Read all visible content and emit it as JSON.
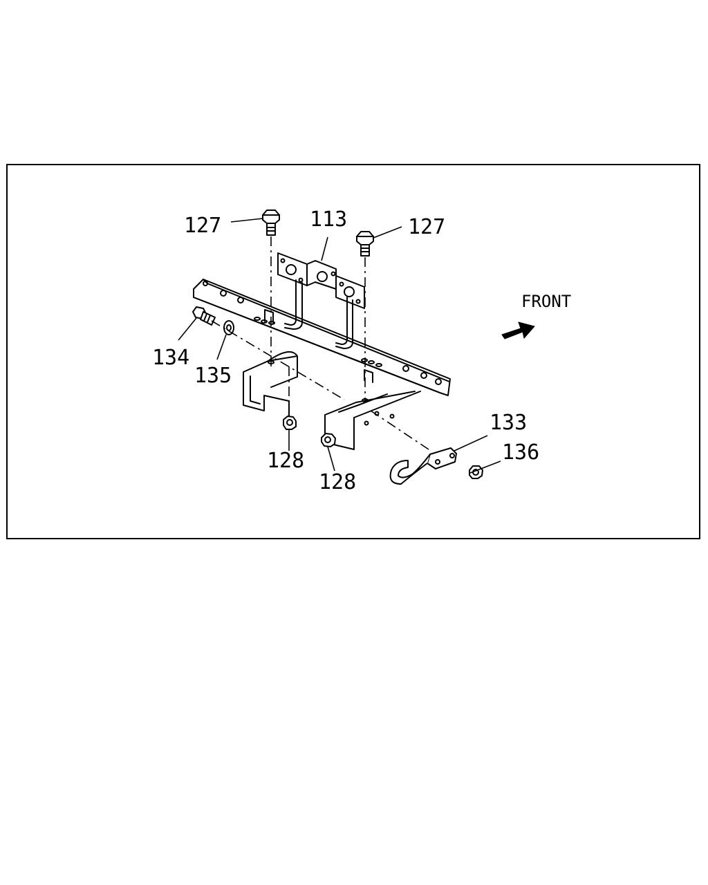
{
  "labels": {
    "bolt_left": "127",
    "bolt_right": "127",
    "bracket": "113",
    "bolt_side": "134",
    "washer": "135",
    "nut_left": "128",
    "nut_right": "128",
    "hook": "133",
    "hook_nut": "136"
  },
  "direction": {
    "label": "FRONT",
    "icon": "arrow-right-icon"
  }
}
